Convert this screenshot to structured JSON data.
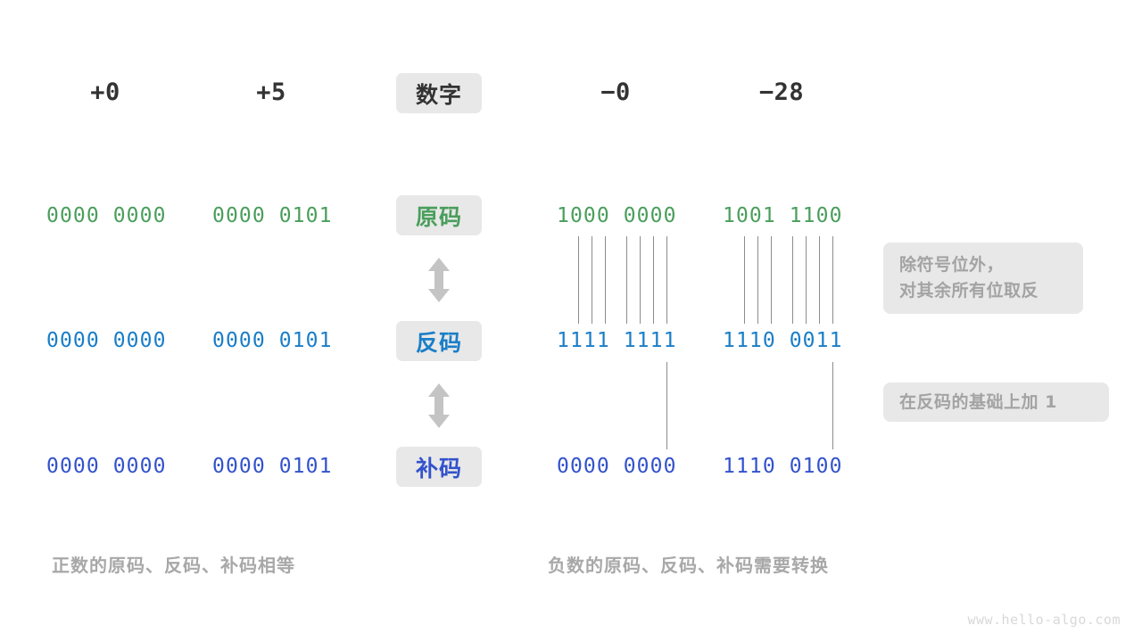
{
  "figure": {
    "watermark": "www.hello-algo.com"
  },
  "row_labels": {
    "number": "数字",
    "sign_magnitude": "原码",
    "ones_complement": "反码",
    "twos_complement": "补码"
  },
  "colors": {
    "number": "#333333",
    "sign_magnitude": "#4a9e5c",
    "ones_complement": "#1a7ec8",
    "twos_complement": "#3352cc",
    "chip_background": "#e8e8e8",
    "note_background": "#e8e8e8",
    "note_text": "#a3a3a3",
    "caption_text": "#a8a8a8",
    "line": "#8c8c8c",
    "arrow": "#c4c4c4",
    "watermark": "#d8d8d8"
  },
  "columns": [
    {
      "id": "pos-zero",
      "header": "+0",
      "side": "positive"
    },
    {
      "id": "pos-five",
      "header": "+5",
      "side": "positive"
    },
    {
      "id": "neg-zero",
      "header": "−0",
      "side": "negative"
    },
    {
      "id": "neg-28",
      "header": "−28",
      "side": "negative"
    }
  ],
  "rows": [
    {
      "id": "sign-magnitude",
      "label": "原码",
      "color": "#4a9e5c",
      "values": {
        "pos-zero": "0000 0000",
        "pos-five": "0000 0101",
        "neg-zero": "1000 0000",
        "neg-28": "1001 1100"
      }
    },
    {
      "id": "ones-complement",
      "label": "反码",
      "color": "#1a7ec8",
      "values": {
        "pos-zero": "0000 0000",
        "pos-five": "0000 0101",
        "neg-zero": "1111 1111",
        "neg-28": "1110 0011"
      }
    },
    {
      "id": "twos-complement",
      "label": "补码",
      "color": "#3352cc",
      "values": {
        "pos-zero": "0000 0000",
        "pos-five": "0000 0101",
        "neg-zero": "0000 0000",
        "neg-28": "1110 0100"
      }
    }
  ],
  "notes": [
    {
      "id": "invert-note",
      "lines": [
        "除符号位外，",
        "对其余所有位取反"
      ]
    },
    {
      "id": "add-one-note",
      "lines": [
        "在反码的基础上加  1"
      ]
    }
  ],
  "captions": {
    "positive": "正数的原码、反码、补码相等",
    "negative": "负数的原码、反码、补码需要转换"
  }
}
